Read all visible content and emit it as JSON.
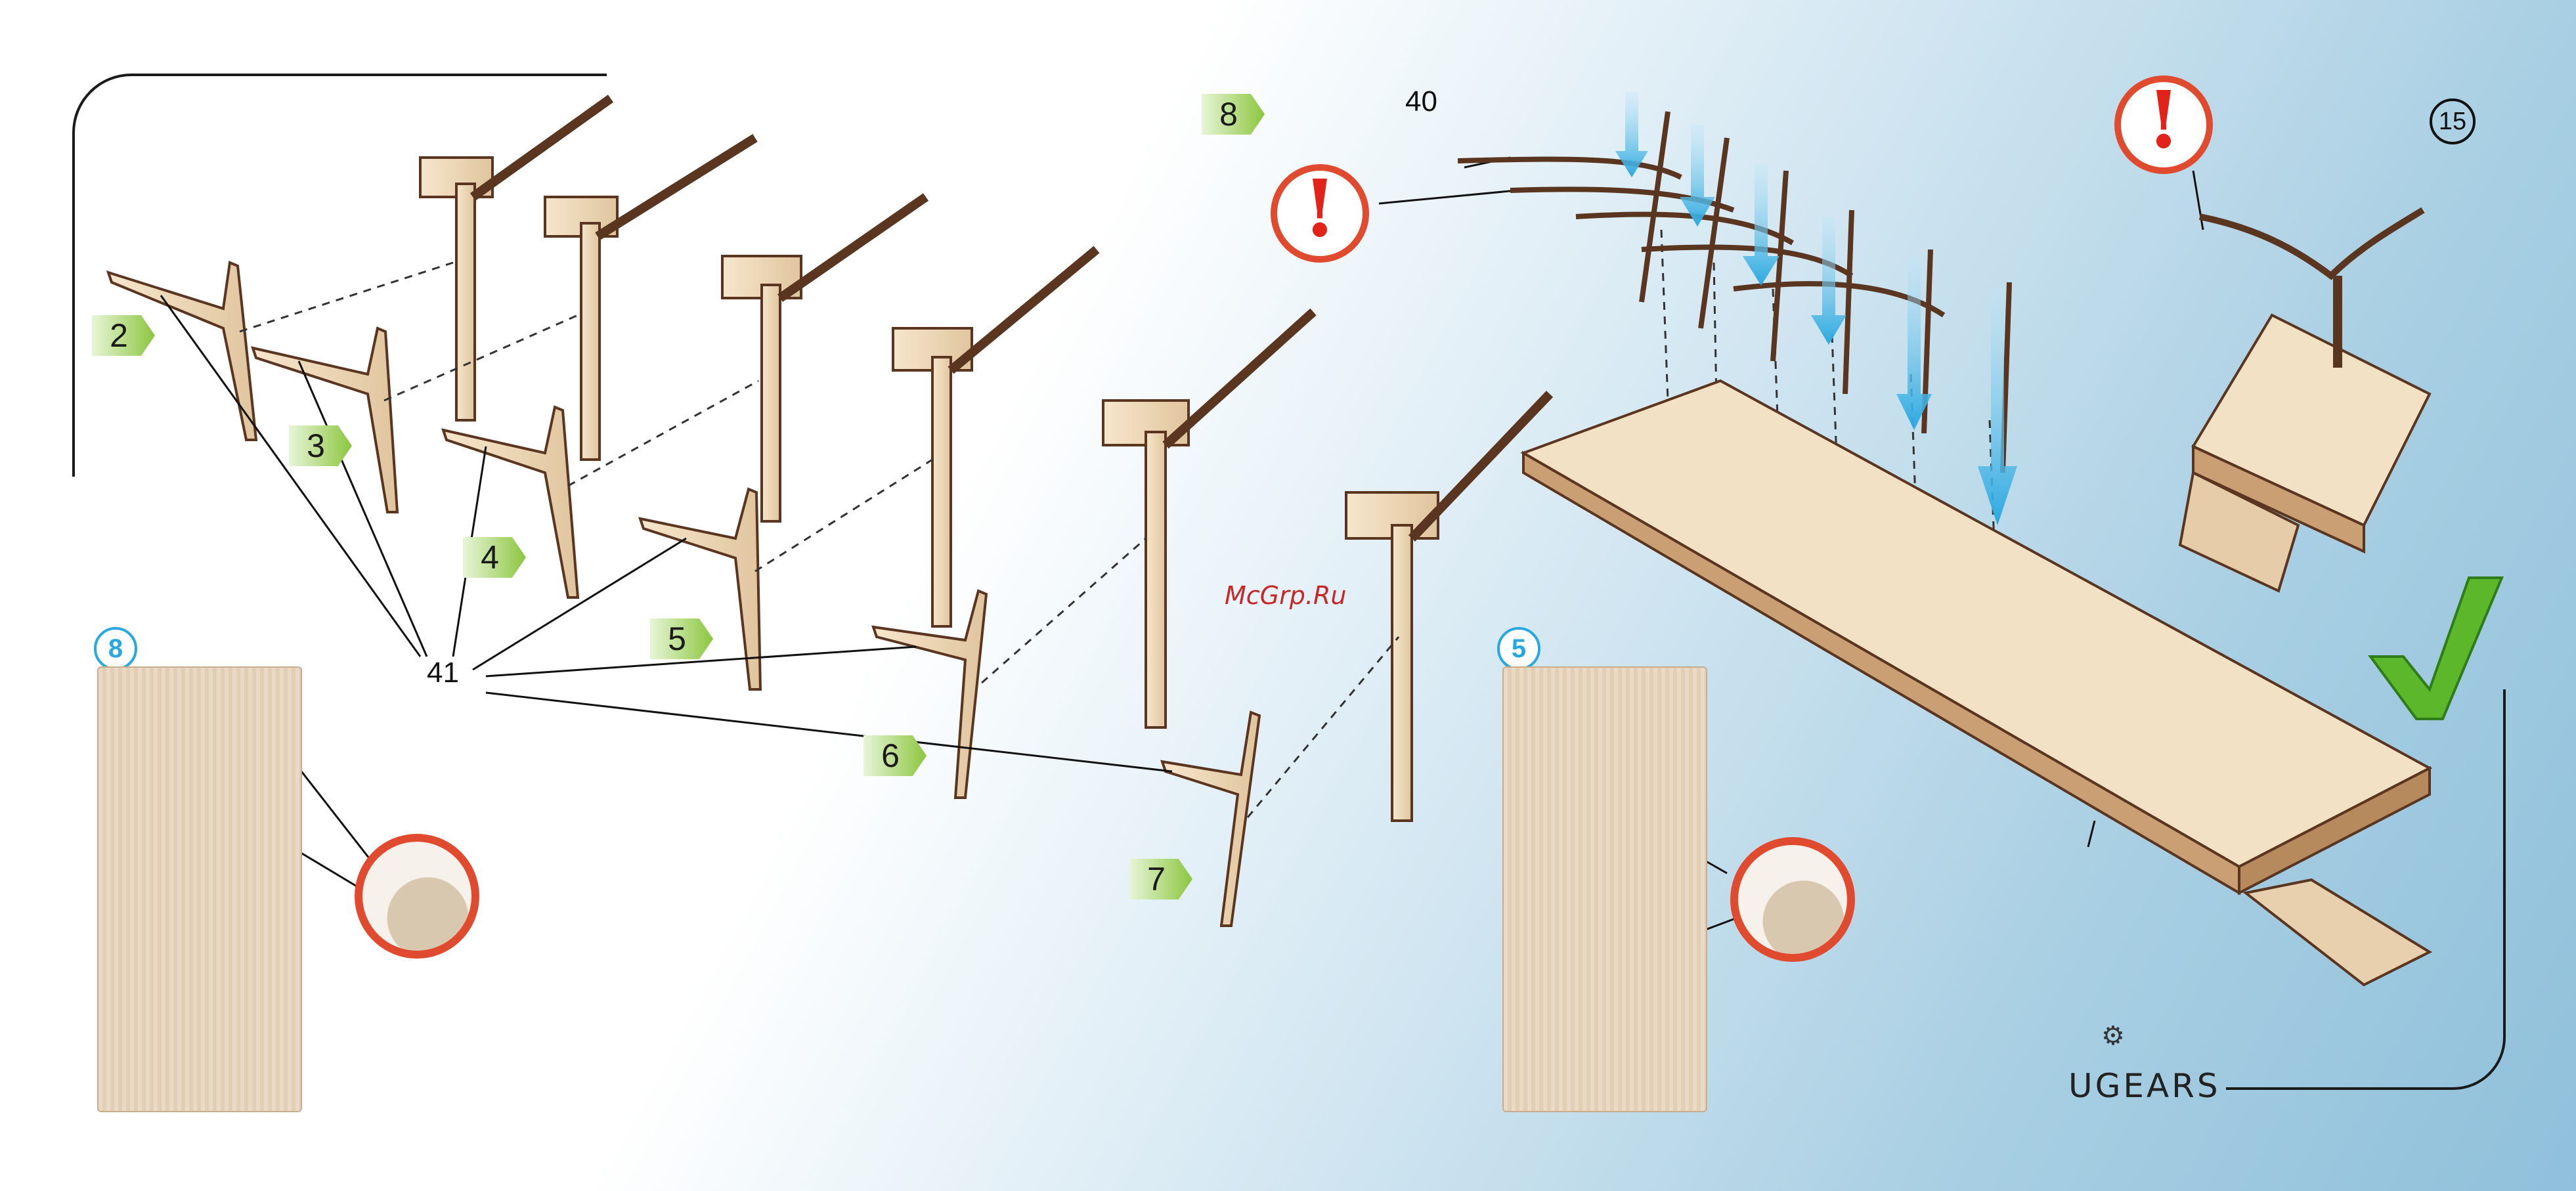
{
  "page_number": "15",
  "watermark": "McGrp.Ru",
  "brand": {
    "name": "UGEARS"
  },
  "part_labels": {
    "arms": "41",
    "top_arm": "40"
  },
  "steps": [
    {
      "label": "2"
    },
    {
      "label": "3"
    },
    {
      "label": "4"
    },
    {
      "label": "5"
    },
    {
      "label": "6"
    },
    {
      "label": "7"
    },
    {
      "label": "8"
    }
  ],
  "sheets": [
    {
      "badge": "8"
    },
    {
      "badge": "5"
    }
  ],
  "icons": [
    "warning-exclamation-icon",
    "cutter-knife-icon",
    "checkmark-icon",
    "down-arrow-icon",
    "gear-logo-icon"
  ],
  "colors": {
    "step_green": "#8cc63f",
    "warning_red": "#e2231a",
    "arrow_blue": "#29a8e0",
    "check_green": "#5cb82a",
    "wood": "#f0dcc0"
  }
}
